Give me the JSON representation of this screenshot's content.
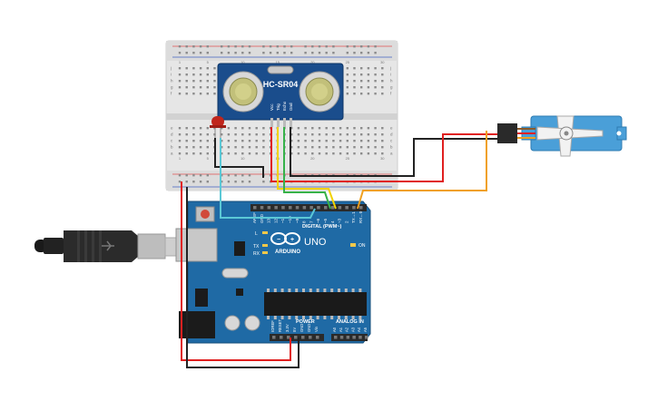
{
  "sensor": {
    "model": "HC-SR04",
    "pins": [
      "Vcc",
      "Trig",
      "Echo",
      "Gnd"
    ]
  },
  "arduino": {
    "brand": "ARDUINO",
    "model": "UNO",
    "on_label": "ON",
    "led_l": "L",
    "led_tx": "TX",
    "led_rx": "RX",
    "digital_label": "DIGITAL (PWM~)",
    "analog_label": "ANALOG IN",
    "power_label": "POWER",
    "aref_gnd": [
      "AREF",
      "GND"
    ],
    "digital_pins": [
      "13",
      "12",
      "~11",
      "~10",
      "~9",
      "8",
      "7",
      "~6",
      "~5",
      "4",
      "~3",
      "2",
      "TX→1",
      "RX←0"
    ],
    "power_pins": [
      "IOREF",
      "RESET",
      "3.3V",
      "5V",
      "GND",
      "GND",
      "Vin"
    ],
    "analog_pins": [
      "A0",
      "A1",
      "A2",
      "A3",
      "A4",
      "A5"
    ]
  },
  "breadboard": {
    "row_letters": [
      "j",
      "i",
      "h",
      "g",
      "f",
      "e",
      "d",
      "c",
      "b",
      "a"
    ],
    "column_numbers": [
      "1",
      "5",
      "10",
      "15",
      "20",
      "25",
      "30"
    ]
  },
  "colors": {
    "board": "#1f6aa5",
    "sensor_board": "#1a4d8c",
    "wire_red": "#e02020",
    "wire_black": "#222222",
    "wire_yellow": "#f2d200",
    "wire_green": "#36b24a",
    "wire_cyan": "#5bc8d6",
    "wire_orange": "#f0a020",
    "servo_body": "#4a9fd8",
    "led_red": "#c0261c"
  },
  "components": {
    "breadboard": "breadboard",
    "sensor": "ultrasonic-sensor",
    "led": "red-led",
    "servo": "micro-servo",
    "usb": "usb-cable",
    "arduino": "arduino-uno"
  }
}
